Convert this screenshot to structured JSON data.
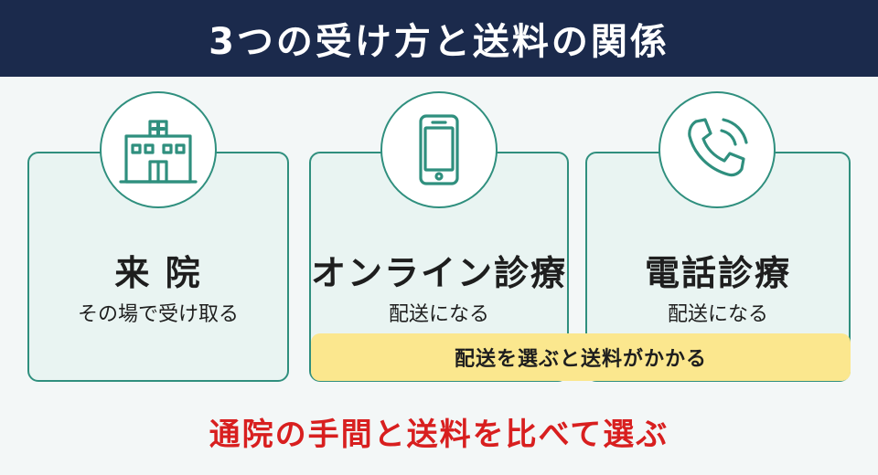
{
  "header": {
    "title": "3つの受け方と送料の関係"
  },
  "cards": [
    {
      "title": "来 院",
      "subtitle": "その場で受け取る",
      "icon": "hospital-icon"
    },
    {
      "title": "オンライン診療",
      "subtitle": "配送になる",
      "icon": "smartphone-icon"
    },
    {
      "title": "電話診療",
      "subtitle": "配送になる",
      "icon": "phone-call-icon"
    }
  ],
  "banner": {
    "text": "配送を選ぶと送料がかかる"
  },
  "footer": {
    "text": "通院の手間と送料を比べて選ぶ"
  },
  "colors": {
    "header_bg": "#1b2a4c",
    "accent": "#2f8f7e",
    "card_bg": "#e9f4f2",
    "banner_bg": "#fbe78e",
    "footer_text": "#d81f1f"
  }
}
